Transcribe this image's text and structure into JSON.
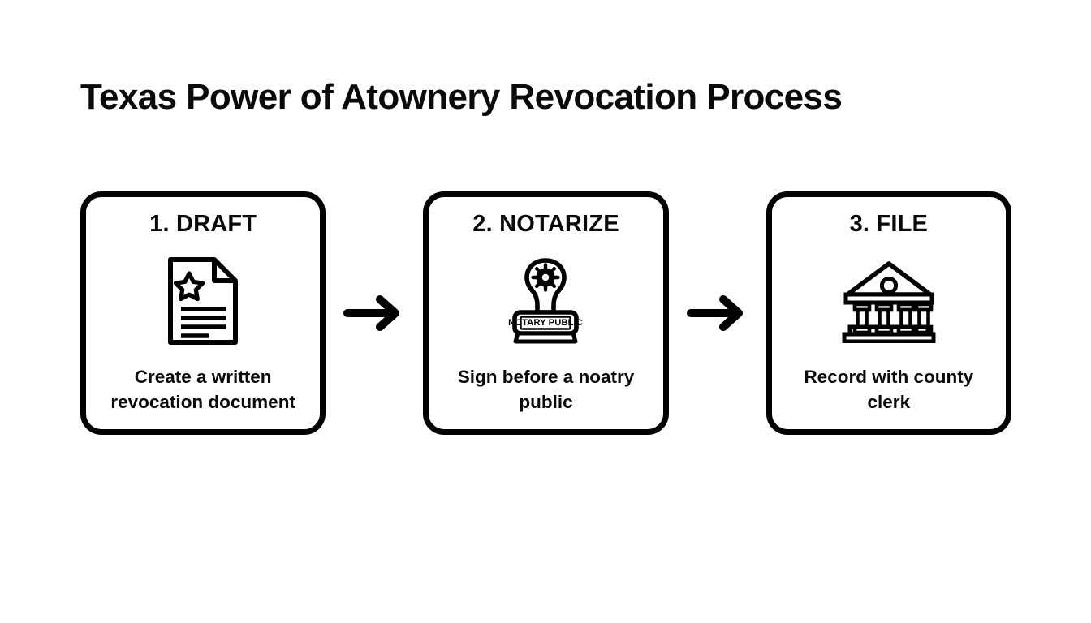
{
  "page": {
    "background_color": "#ffffff",
    "ink_color": "#000000",
    "title": "Texas Power of Atownery Revocation Process"
  },
  "flow": {
    "arrow_icon_name": "arrow-right-icon",
    "steps": [
      {
        "id": "draft",
        "title": "1. DRAFT",
        "icon": "document-with-star-icon",
        "caption": "Create a written revocation document"
      },
      {
        "id": "notarize",
        "title": "2. NOTARIZE",
        "icon": "notary-stamp-icon",
        "icon_label": "NOTARY PUBLIC",
        "caption": "Sign before a noatry public"
      },
      {
        "id": "file",
        "title": "3. FILE",
        "icon": "courthouse-icon",
        "caption": "Record with county clerk"
      }
    ]
  }
}
